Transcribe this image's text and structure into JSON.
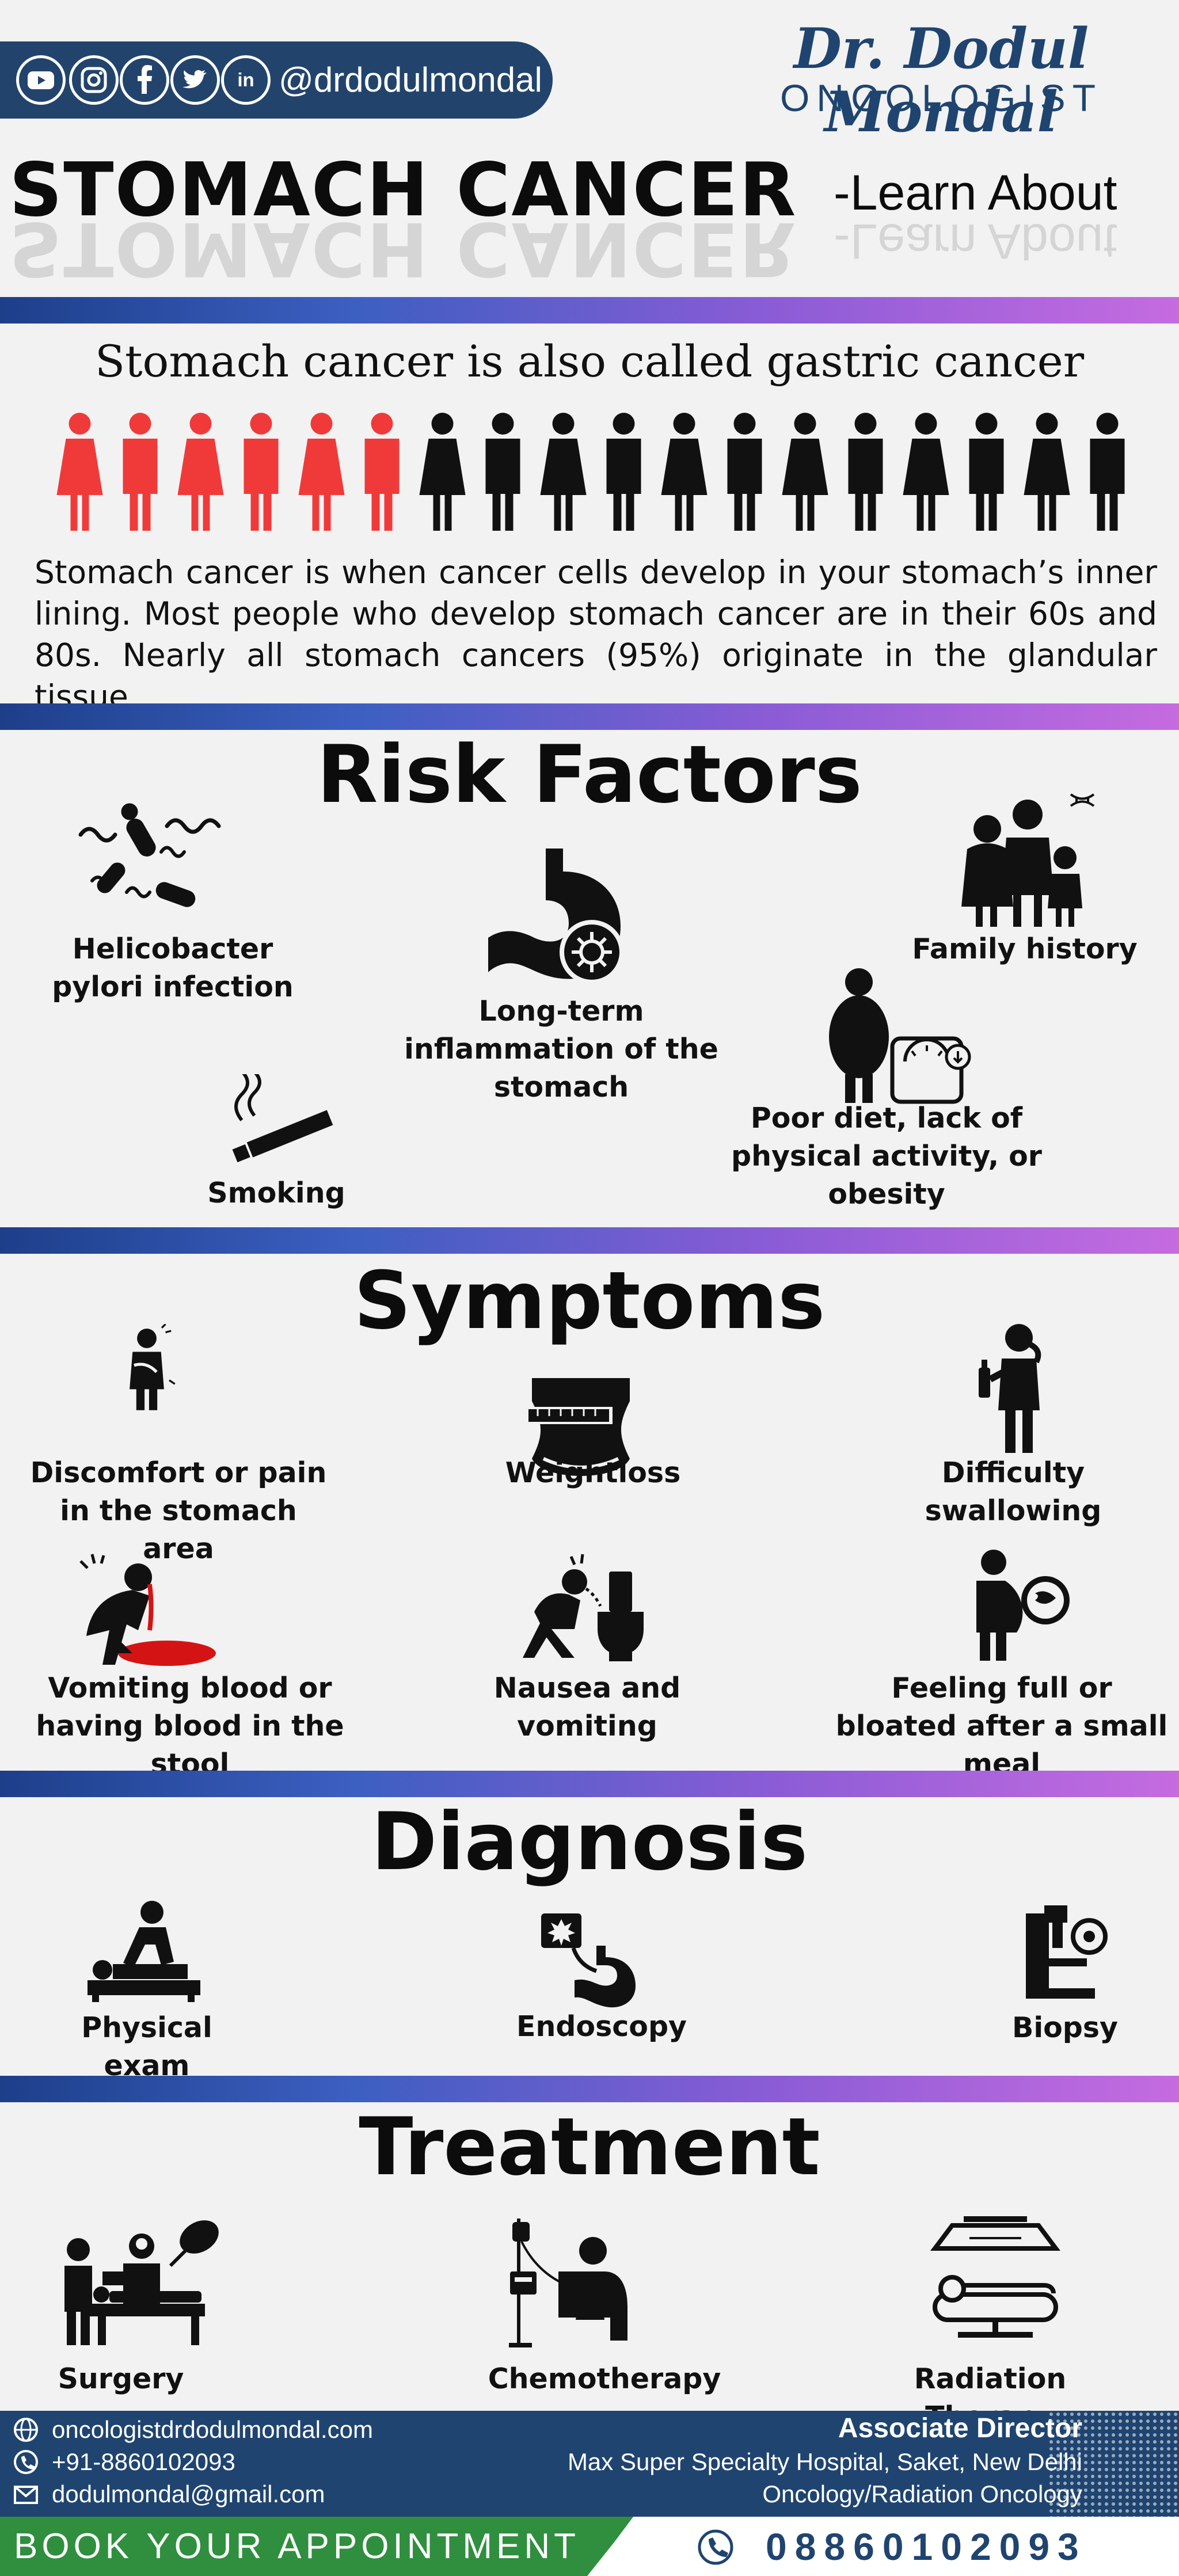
{
  "header": {
    "handle": "@drdodulmondal",
    "social_icons": [
      "youtube-icon",
      "instagram-icon",
      "facebook-icon",
      "twitter-icon",
      "linkedin-icon"
    ],
    "doctor_name": "Dr. Dodul Mondal",
    "doctor_title": "ONCOLOGIST",
    "title_main": "STOMACH CANCER",
    "title_sub": "-Learn About"
  },
  "intro": {
    "heading": "Stomach cancer is also called gastric cancer",
    "people_total": 18,
    "people_highlighted": 6,
    "highlight_color": "#f03a3a",
    "body": "Stomach cancer is when cancer cells develop in your stomach’s inner lining. Most people who develop stomach cancer are in their 60s and 80s. Nearly all stomach cancers (95%) originate in the glandular tissue."
  },
  "risk": {
    "title": "Risk Factors",
    "items": [
      {
        "label": "Helicobacter pylori infection",
        "icon": "bacteria-icon"
      },
      {
        "label": "Long-term inflammation of the stomach",
        "icon": "stomach-icon"
      },
      {
        "label": "Family history",
        "icon": "family-icon"
      },
      {
        "label": "Smoking",
        "icon": "cigarette-icon"
      },
      {
        "label": "Poor diet, lack of physical activity, or obesity",
        "icon": "obesity-scale-icon"
      }
    ]
  },
  "symptoms": {
    "title": "Symptoms",
    "items": [
      {
        "label": "Discomfort or pain in the stomach area",
        "icon": "stomach-pain-icon"
      },
      {
        "label": "Weightloss",
        "icon": "waist-measure-icon"
      },
      {
        "label": "Difficulty swallowing",
        "icon": "swallowing-icon"
      },
      {
        "label": "Vomiting blood or having blood in the stool",
        "icon": "vomiting-blood-icon"
      },
      {
        "label": "Nausea and vomiting",
        "icon": "nausea-icon"
      },
      {
        "label": "Feeling full or bloated after a small meal",
        "icon": "bloated-icon"
      }
    ]
  },
  "diagnosis": {
    "title": "Diagnosis",
    "items": [
      {
        "label": "Physical exam",
        "icon": "physical-exam-icon"
      },
      {
        "label": "Endoscopy",
        "icon": "endoscopy-icon"
      },
      {
        "label": "Biopsy",
        "icon": "microscope-icon"
      }
    ]
  },
  "treatment": {
    "title": "Treatment",
    "items": [
      {
        "label": "Surgery",
        "icon": "surgery-icon"
      },
      {
        "label": "Chemotherapy",
        "icon": "chemotherapy-icon"
      },
      {
        "label": "Radiation Therapy",
        "icon": "radiation-machine-icon"
      }
    ]
  },
  "footer": {
    "website": "oncologistdrdodulmondal.com",
    "phone": "+91-8860102093",
    "email": "dodulmondal@gmail.com",
    "role": "Associate Director",
    "hospital": "Max Super Specialty Hospital, Saket, New Delhi",
    "department": "Oncology/Radiation Oncology",
    "cta": "BOOK YOUR APPOINTMENT",
    "cta_phone": "08860102093"
  },
  "colors": {
    "navy": "#1f4470",
    "green": "#2f8f3e",
    "accent_red": "#f03a3a",
    "blood_red": "#d41414"
  }
}
